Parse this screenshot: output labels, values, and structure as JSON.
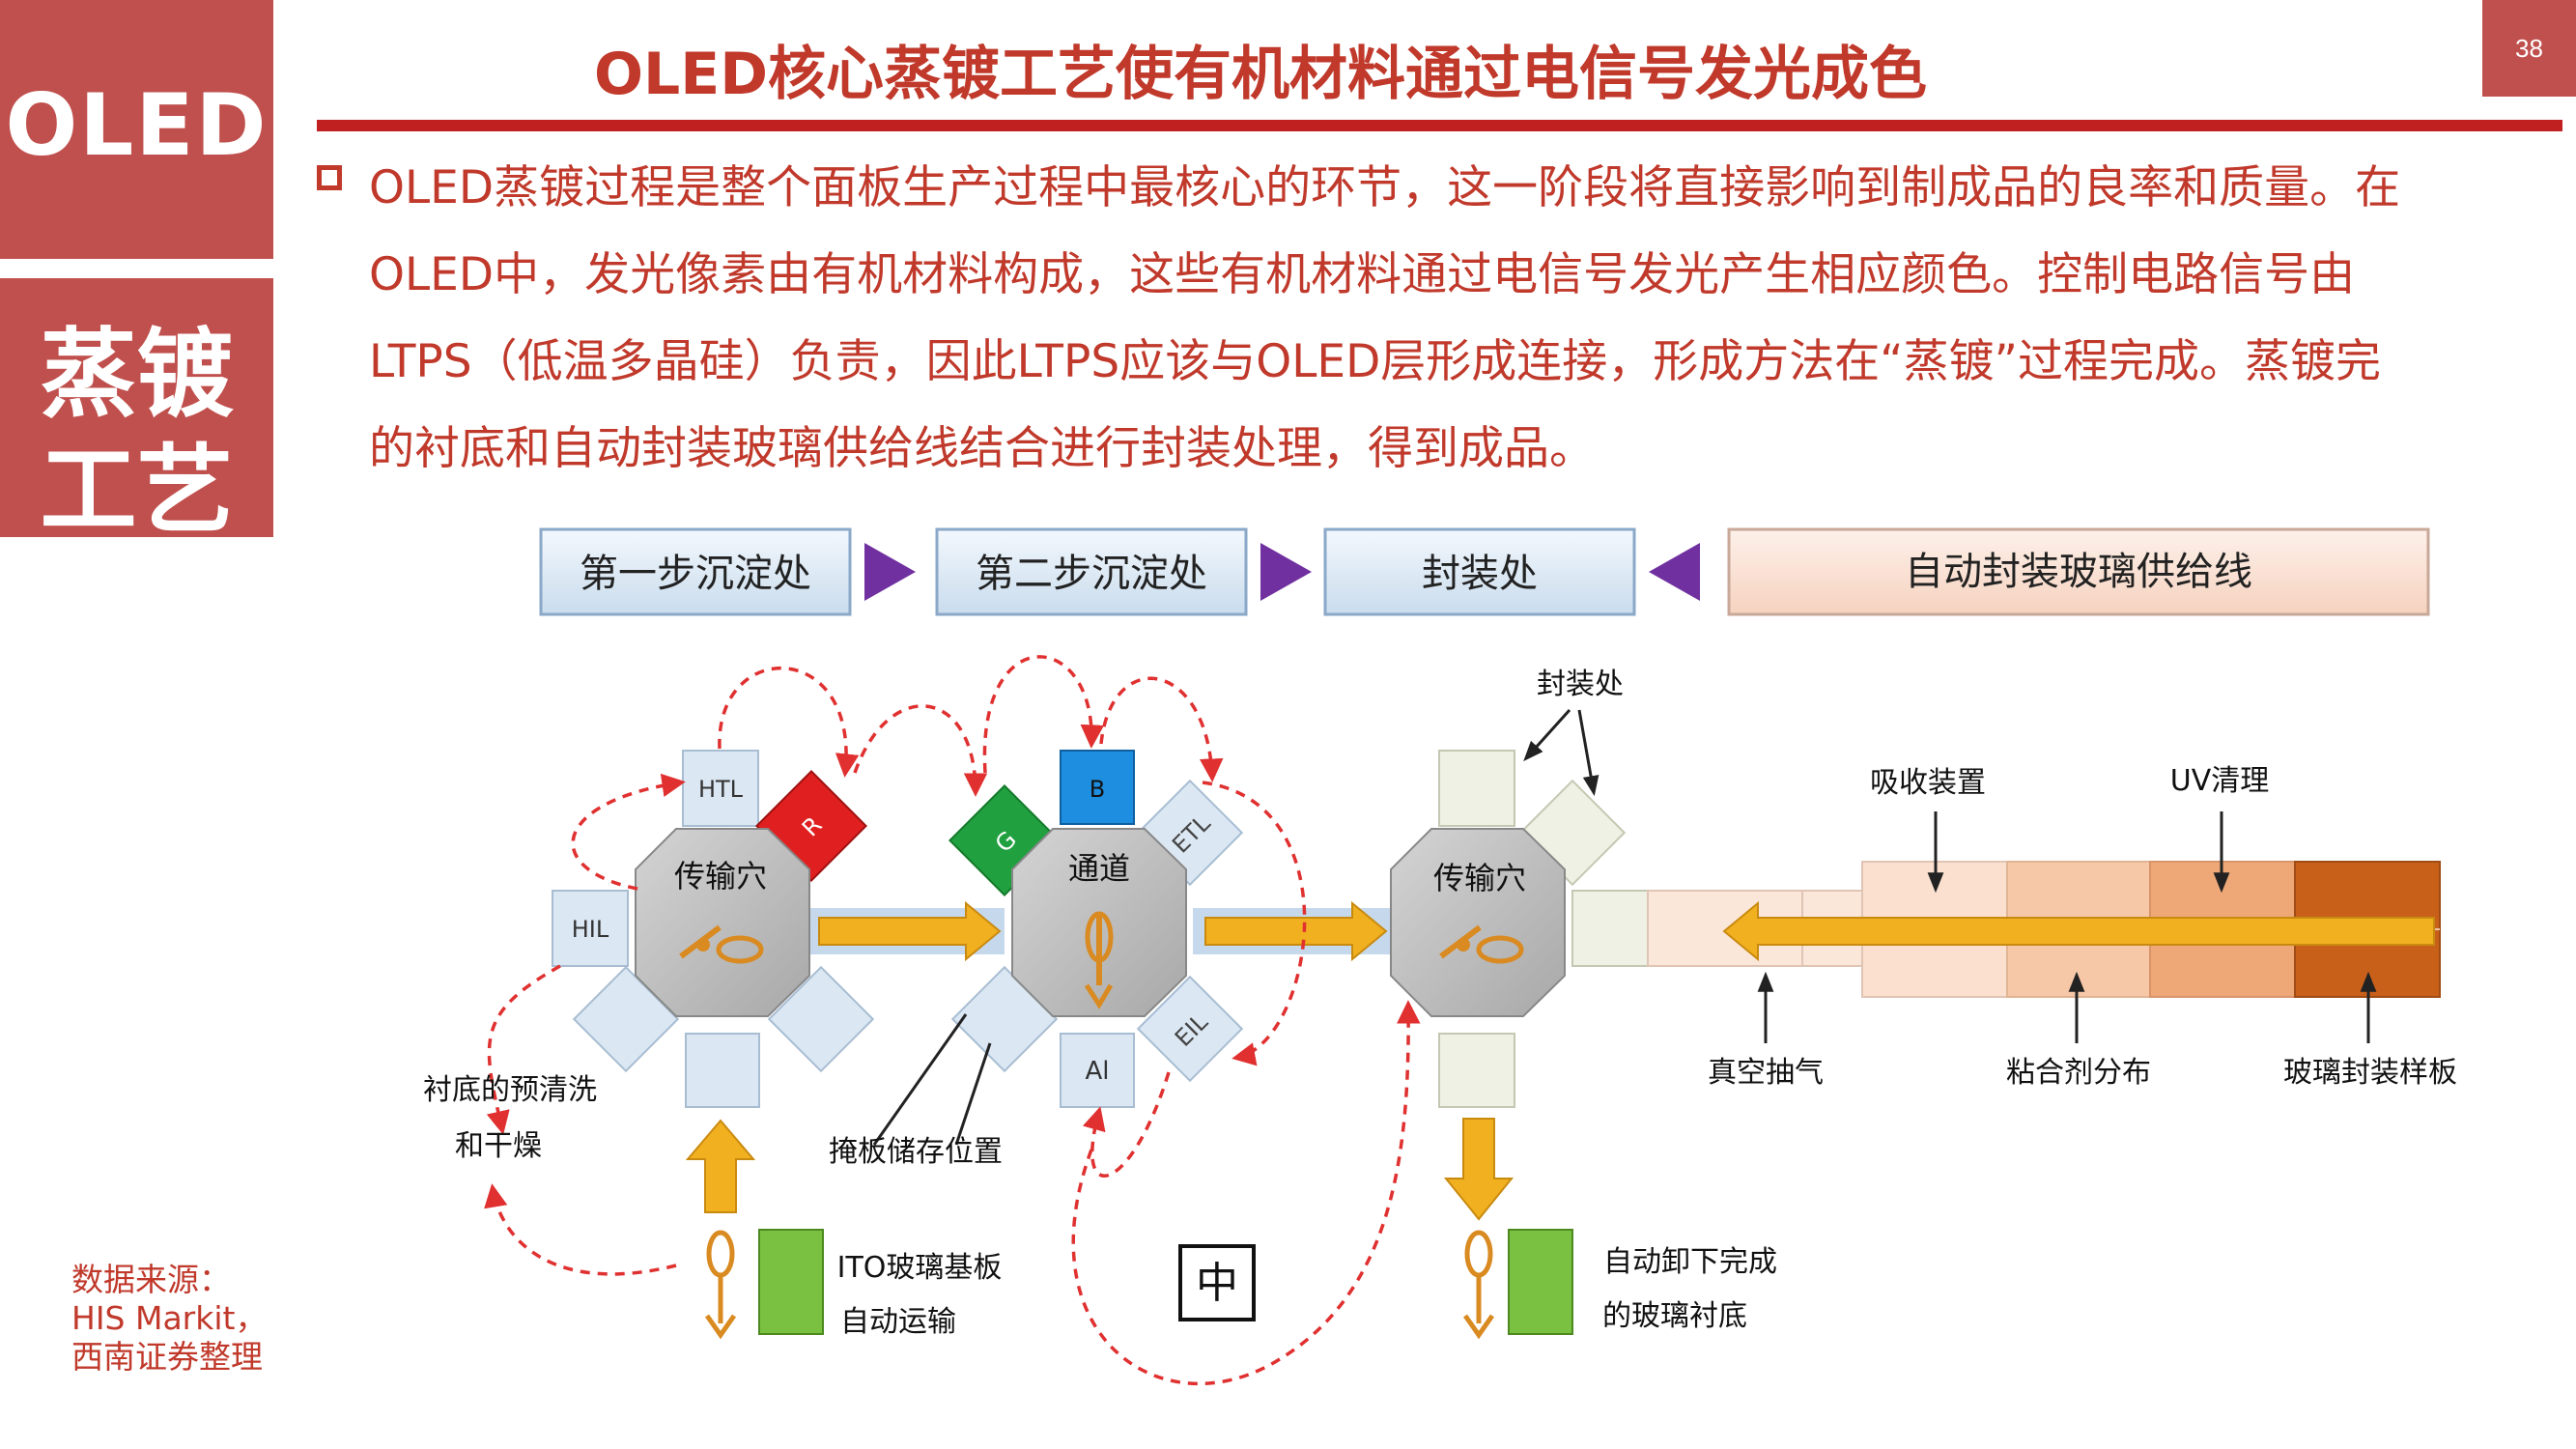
{
  "sidebar": {
    "top_label": "OLED",
    "bottom_line1": "蒸镀",
    "bottom_line2": "工艺"
  },
  "title": "OLED核心蒸镀工艺使有机材料通过电信号发光成色",
  "page_number": "38",
  "paragraph": {
    "line1": "OLED蒸镀过程是整个面板生产过程中最核心的环节，这一阶段将直接影响到制成品的良率和质量。在",
    "line2": "OLED中，发光像素由有机材料构成，这些有机材料通过电信号发光产生相应颜色。控制电路信号由",
    "line3": "LTPS（低温多晶硅）负责，因此LTPS应该与OLED层形成连接，形成方法在“蒸镀”过程完成。蒸镀完",
    "line4": "的衬底和自动封装玻璃供给线结合进行封装处理，得到成品。"
  },
  "diagram": {
    "stages": [
      "第一步沉淀处",
      "第二步沉淀处",
      "封装处",
      "自动封装玻璃供给线"
    ],
    "nodes": {
      "transfer1": "传输穴",
      "channel": "通道",
      "transfer2": "传输穴"
    },
    "chambers": {
      "htl": "HTL",
      "hil": "HIL",
      "r": "R",
      "g": "G",
      "b": "B",
      "etl": "ETL",
      "eil": "EIL",
      "al": "Al"
    },
    "labels": {
      "encap": "封装处",
      "absorb": "吸收装置",
      "uv": "UV清理",
      "vacuum": "真空抽气",
      "adhesive": "粘合剂分布",
      "glass_plate": "玻璃封装样板",
      "preclean1": "衬底的预清洗",
      "preclean2": "和干燥",
      "mask": "掩板储存位置",
      "ito1": "ITO玻璃基板",
      "ito2": "自动运输",
      "unload1": "自动卸下完成",
      "unload2": "的玻璃衬底",
      "middle_char": "中"
    }
  },
  "source": {
    "line1": "数据来源：",
    "line2": "HIS Markit，",
    "line3": "西南证券整理"
  },
  "colors": {
    "brand_red": "#c0504d",
    "title_red": "#c0392b",
    "arrow_orange": "#f0b020",
    "purple": "#7030a0"
  }
}
